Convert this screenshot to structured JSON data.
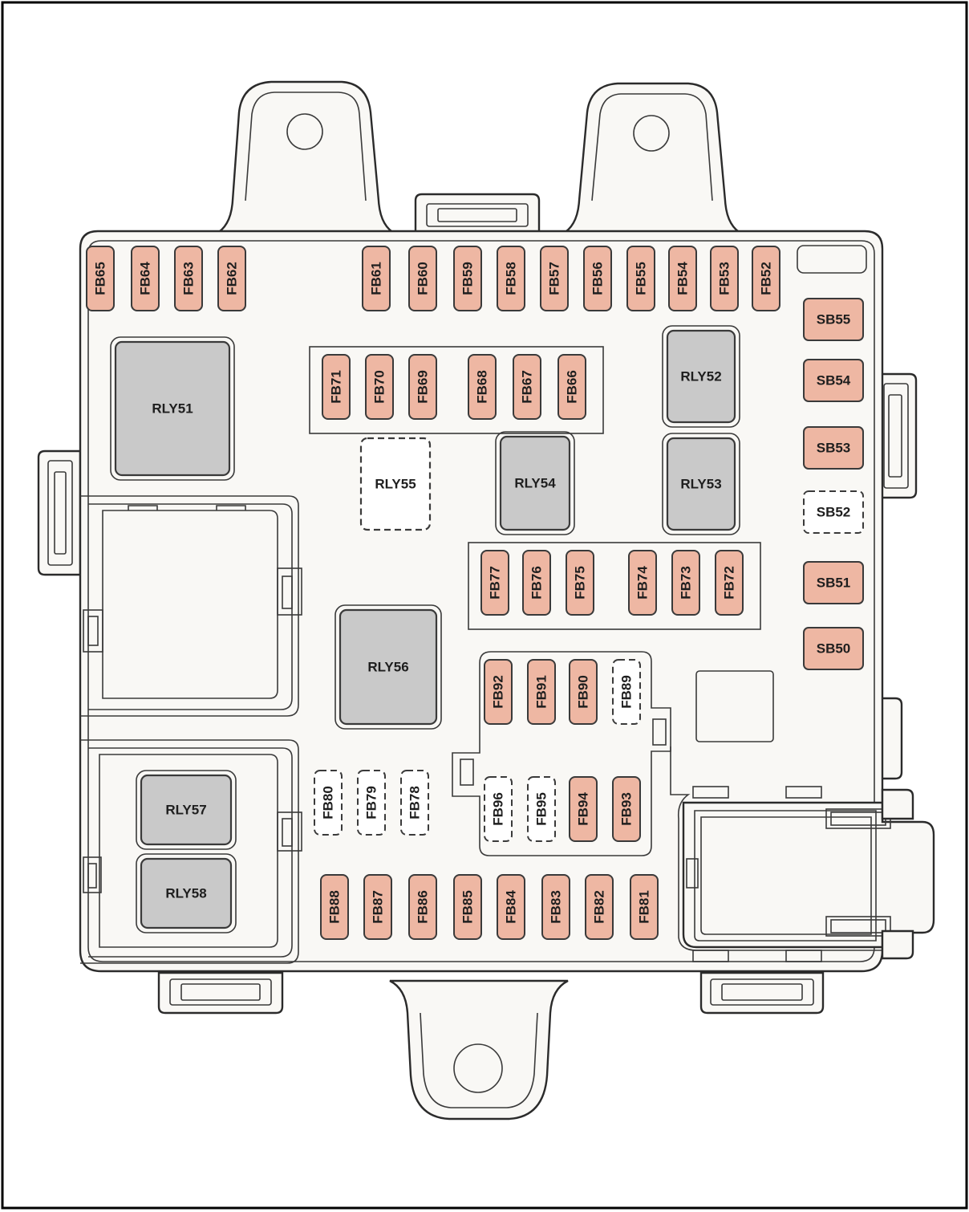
{
  "colors": {
    "fuse_fill": "#eeb7a3",
    "relay_fill": "#c9c9c9",
    "empty_fill": "#ffffff",
    "outline": "#2b2b2b"
  },
  "fuses": [
    {
      "id": "FB65",
      "state": "fitted"
    },
    {
      "id": "FB64",
      "state": "fitted"
    },
    {
      "id": "FB63",
      "state": "fitted"
    },
    {
      "id": "FB62",
      "state": "fitted"
    },
    {
      "id": "FB61",
      "state": "fitted"
    },
    {
      "id": "FB60",
      "state": "fitted"
    },
    {
      "id": "FB59",
      "state": "fitted"
    },
    {
      "id": "FB58",
      "state": "fitted"
    },
    {
      "id": "FB57",
      "state": "fitted"
    },
    {
      "id": "FB56",
      "state": "fitted"
    },
    {
      "id": "FB55",
      "state": "fitted"
    },
    {
      "id": "FB54",
      "state": "fitted"
    },
    {
      "id": "FB53",
      "state": "fitted"
    },
    {
      "id": "FB52",
      "state": "fitted"
    },
    {
      "id": "FB71",
      "state": "fitted"
    },
    {
      "id": "FB70",
      "state": "fitted"
    },
    {
      "id": "FB69",
      "state": "fitted"
    },
    {
      "id": "FB68",
      "state": "fitted"
    },
    {
      "id": "FB67",
      "state": "fitted"
    },
    {
      "id": "FB66",
      "state": "fitted"
    },
    {
      "id": "FB77",
      "state": "fitted"
    },
    {
      "id": "FB76",
      "state": "fitted"
    },
    {
      "id": "FB75",
      "state": "fitted"
    },
    {
      "id": "FB74",
      "state": "fitted"
    },
    {
      "id": "FB73",
      "state": "fitted"
    },
    {
      "id": "FB72",
      "state": "fitted"
    },
    {
      "id": "FB92",
      "state": "fitted"
    },
    {
      "id": "FB91",
      "state": "fitted"
    },
    {
      "id": "FB90",
      "state": "fitted"
    },
    {
      "id": "FB89",
      "state": "empty"
    },
    {
      "id": "FB80",
      "state": "empty"
    },
    {
      "id": "FB79",
      "state": "empty"
    },
    {
      "id": "FB78",
      "state": "empty"
    },
    {
      "id": "FB96",
      "state": "empty"
    },
    {
      "id": "FB95",
      "state": "empty"
    },
    {
      "id": "FB94",
      "state": "fitted"
    },
    {
      "id": "FB93",
      "state": "fitted"
    },
    {
      "id": "FB88",
      "state": "fitted"
    },
    {
      "id": "FB87",
      "state": "fitted"
    },
    {
      "id": "FB86",
      "state": "fitted"
    },
    {
      "id": "FB85",
      "state": "fitted"
    },
    {
      "id": "FB84",
      "state": "fitted"
    },
    {
      "id": "FB83",
      "state": "fitted"
    },
    {
      "id": "FB82",
      "state": "fitted"
    },
    {
      "id": "FB81",
      "state": "fitted"
    }
  ],
  "side_fuses": [
    {
      "id": "SB55",
      "state": "fitted"
    },
    {
      "id": "SB54",
      "state": "fitted"
    },
    {
      "id": "SB53",
      "state": "fitted"
    },
    {
      "id": "SB52",
      "state": "empty"
    },
    {
      "id": "SB51",
      "state": "fitted"
    },
    {
      "id": "SB50",
      "state": "fitted"
    }
  ],
  "relays": [
    {
      "id": "RLY51",
      "state": "fitted"
    },
    {
      "id": "RLY52",
      "state": "fitted"
    },
    {
      "id": "RLY53",
      "state": "fitted"
    },
    {
      "id": "RLY54",
      "state": "fitted"
    },
    {
      "id": "RLY55",
      "state": "empty"
    },
    {
      "id": "RLY56",
      "state": "fitted"
    },
    {
      "id": "RLY57",
      "state": "fitted"
    },
    {
      "id": "RLY58",
      "state": "fitted"
    }
  ]
}
